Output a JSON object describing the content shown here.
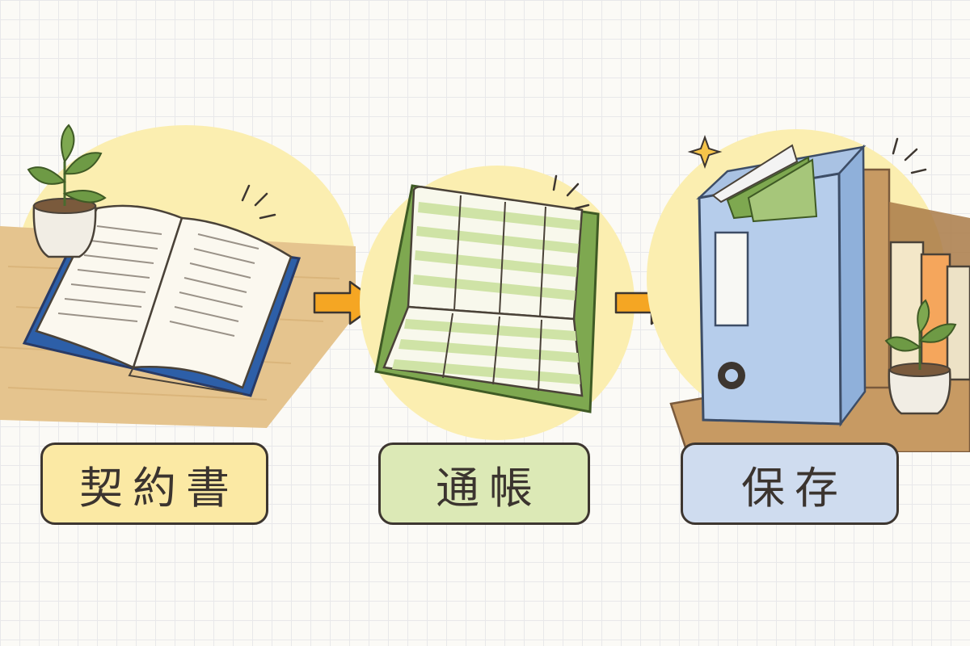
{
  "steps": [
    {
      "label": "契約書",
      "icon": "open-book-icon",
      "color": "#fbe9a4"
    },
    {
      "label": "通帳",
      "icon": "bankbook-icon",
      "color": "#dce9b6"
    },
    {
      "label": "保存",
      "icon": "binder-file-icon",
      "color": "#cfdcef"
    }
  ],
  "colors": {
    "arrow": "#f5a623",
    "outline": "#3d3630",
    "highlight": "#fbeeb0"
  }
}
